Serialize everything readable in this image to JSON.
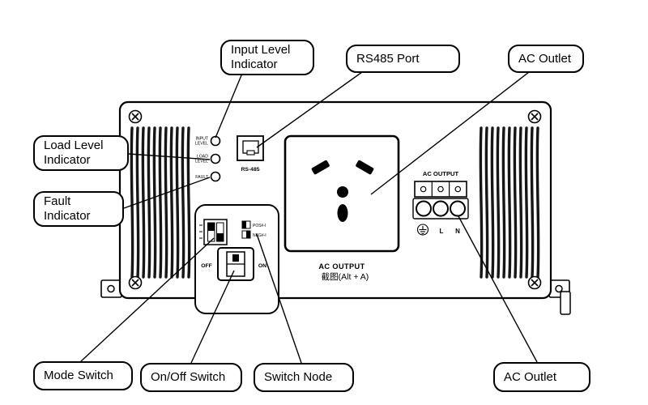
{
  "figure": {
    "type": "labeled-diagram",
    "subject": "Inverter front panel callout diagram"
  },
  "callouts": [
    {
      "id": "input-level-indicator",
      "line1": "Input Level",
      "line2": "Indicator"
    },
    {
      "id": "rs485-port",
      "line1": "RS485 Port",
      "line2": ""
    },
    {
      "id": "ac-outlet-top",
      "line1": "AC Outlet",
      "line2": ""
    },
    {
      "id": "load-level-indicator",
      "line1": "Load Level",
      "line2": "Indicator"
    },
    {
      "id": "fault-indicator",
      "line1": "Fault",
      "line2": "Indicator"
    },
    {
      "id": "mode-switch",
      "line1": "Mode Switch",
      "line2": ""
    },
    {
      "id": "on-off-switch",
      "line1": "On/Off Switch",
      "line2": ""
    },
    {
      "id": "switch-node",
      "line1": "Switch Node",
      "line2": ""
    },
    {
      "id": "ac-outlet-bottom",
      "line1": "AC Outlet",
      "line2": ""
    }
  ],
  "device": {
    "led_labels": {
      "input_1": "INPUT",
      "input_2": "LEVEL",
      "load_1": "LOAD",
      "load_2": "LEVEL",
      "fault": "FAULT"
    },
    "rs485_label": "RS-485",
    "outlet_label": "AC OUTPUT",
    "terminal_label": "AC OUTPUT",
    "terminal_pins": {
      "l": "L",
      "n": "N"
    },
    "rocker": {
      "off": "OFF",
      "on": "ON"
    },
    "node_labels": {
      "pos": "POS#-I",
      "neg": "NEG#-I"
    },
    "watermark": "截图(Alt + A)"
  },
  "icons": {
    "ground": "earth-ground symbol in circle",
    "corner_screws": "phillips cross screw x4"
  },
  "colors": {
    "line": "#000000",
    "background": "#ffffff",
    "watermark": "#b0b0b0"
  }
}
